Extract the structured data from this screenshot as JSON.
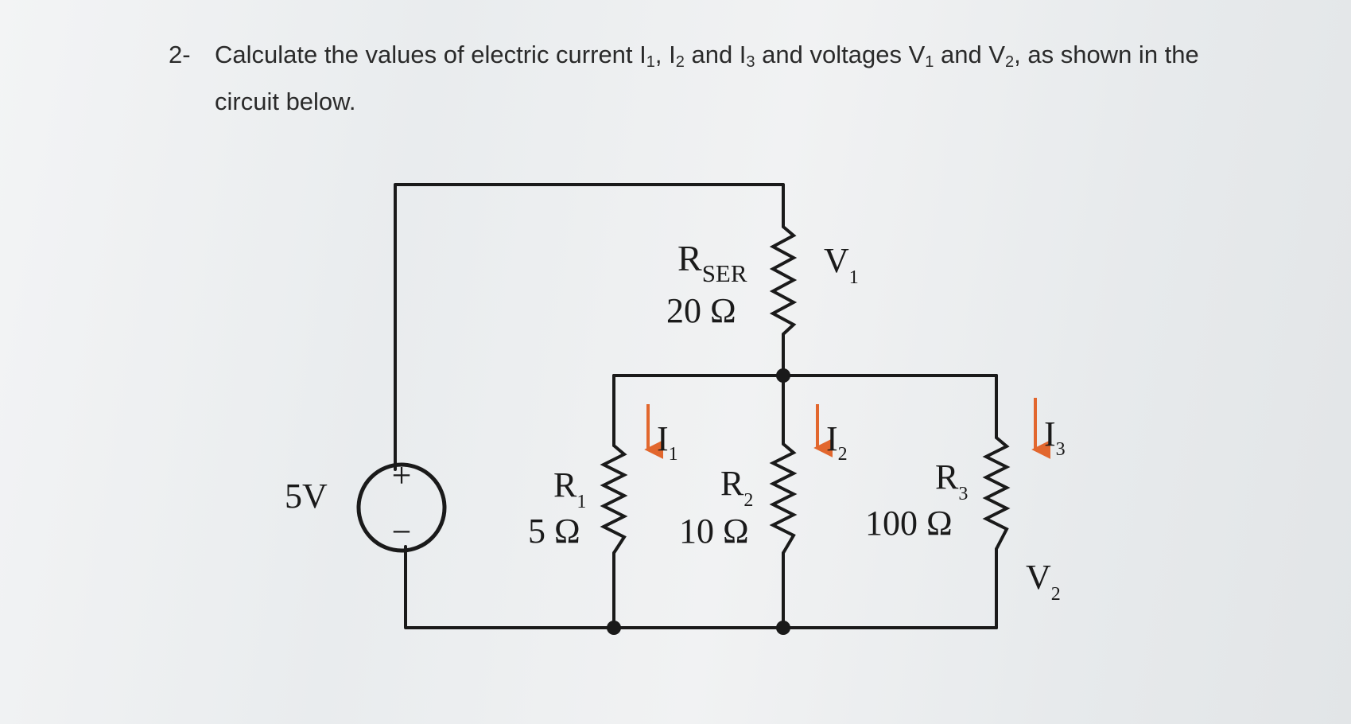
{
  "question": {
    "number": "2-",
    "text_parts": [
      "Calculate the values of electric current I",
      "1",
      ", I",
      "2",
      " and I",
      "3",
      " and voltages V",
      "1",
      " and V",
      "2",
      ", as shown in the circuit below."
    ]
  },
  "circuit": {
    "source": {
      "value": "5V",
      "plus": "+",
      "minus": "−"
    },
    "rser": {
      "name_main": "R",
      "name_sub": "SER",
      "value": "20 Ω"
    },
    "r1": {
      "name_main": "R",
      "name_sub": "1",
      "value": "5 Ω"
    },
    "r2": {
      "name_main": "R",
      "name_sub": "2",
      "value": "10 Ω"
    },
    "r3": {
      "name_main": "R",
      "name_sub": "3",
      "value": "100 Ω"
    },
    "v1": {
      "main": "V",
      "sub": "1"
    },
    "v2": {
      "main": "V",
      "sub": "2"
    },
    "i1": {
      "main": "I",
      "sub": "1"
    },
    "i2": {
      "main": "I",
      "sub": "2"
    },
    "i3": {
      "main": "I",
      "sub": "3"
    },
    "colors": {
      "wire": "#1a1a1a",
      "current_arrow": "#e2672e"
    }
  }
}
